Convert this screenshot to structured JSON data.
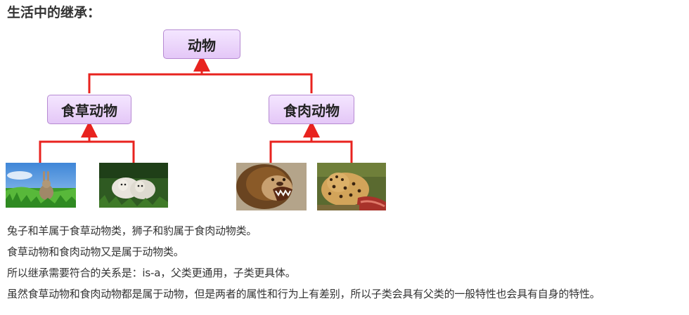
{
  "heading": "生活中的继承：",
  "tree": {
    "root": "动物",
    "left": "食草动物",
    "right": "食肉动物",
    "colors": {
      "connector": "#e8231f",
      "node_border": "#b68ad2",
      "node_fill": "#ecd6fb"
    }
  },
  "photos": [
    "rabbit-photo",
    "sheep-photo",
    "lion-photo",
    "leopard-photo"
  ],
  "lines": [
    "兔子和羊属于食草动物类，狮子和豹属于食肉动物类。",
    "食草动物和食肉动物又是属于动物类。",
    "所以继承需要符合的关系是：is-a，父类更通用，子类更具体。",
    "虽然食草动物和食肉动物都是属于动物，但是两者的属性和行为上有差别，所以子类会具有父类的一般特性也会具有自身的特性。"
  ]
}
